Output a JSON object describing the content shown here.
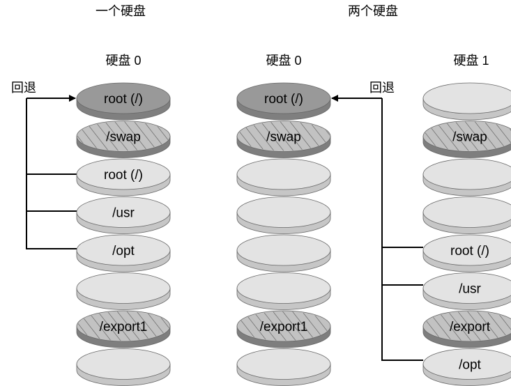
{
  "headings": {
    "one_disk": "一个硬盘",
    "two_disks": "两个硬盘"
  },
  "colors": {
    "root_active_top": "#999999",
    "root_active_side": "#7f7f7f",
    "plain_top": "#e3e3e3",
    "plain_side": "#c6c6c6",
    "hatched_top": "#c2c2c2",
    "hatched_side": "#7e7e7e",
    "outline": "#666666",
    "hatch_line": "#555555",
    "connector": "#000000"
  },
  "disks": [
    {
      "label": "硬盘 0",
      "fallback_label": "回退",
      "slices": [
        {
          "text": "root (/)",
          "style": "active"
        },
        {
          "text": "/swap",
          "style": "hatched"
        },
        {
          "text": "root (/)",
          "style": "plain"
        },
        {
          "text": "/usr",
          "style": "plain"
        },
        {
          "text": "/opt",
          "style": "plain"
        },
        {
          "text": "",
          "style": "plain"
        },
        {
          "text": "/export1",
          "style": "hatched"
        },
        {
          "text": "",
          "style": "plain"
        }
      ]
    },
    {
      "label": "硬盘 0",
      "slices": [
        {
          "text": "root (/)",
          "style": "active"
        },
        {
          "text": "/swap",
          "style": "hatched"
        },
        {
          "text": "",
          "style": "plain"
        },
        {
          "text": "",
          "style": "plain"
        },
        {
          "text": "",
          "style": "plain"
        },
        {
          "text": "",
          "style": "plain"
        },
        {
          "text": "/export1",
          "style": "hatched"
        },
        {
          "text": "",
          "style": "plain"
        }
      ]
    },
    {
      "label": "硬盘 1",
      "fallback_label": "回退",
      "slices": [
        {
          "text": "",
          "style": "plain"
        },
        {
          "text": "/swap",
          "style": "hatched"
        },
        {
          "text": "",
          "style": "plain"
        },
        {
          "text": "",
          "style": "plain"
        },
        {
          "text": "root (/)",
          "style": "plain"
        },
        {
          "text": "/usr",
          "style": "plain"
        },
        {
          "text": "/export",
          "style": "hatched"
        },
        {
          "text": "/opt",
          "style": "plain"
        }
      ]
    }
  ]
}
